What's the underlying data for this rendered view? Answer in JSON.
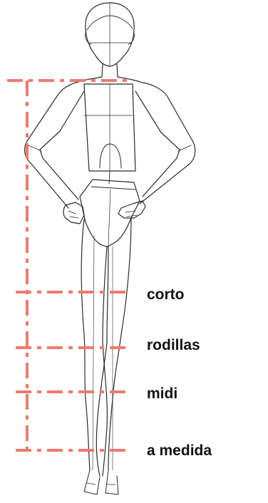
{
  "colors": {
    "guide": "#ee7a6e",
    "outline": "#2a2a2a",
    "label": "#111111",
    "background": "#ffffff"
  },
  "labels": {
    "corto": "corto",
    "rodillas": "rodillas",
    "midi": "midi",
    "a_medida": "a medida"
  }
}
